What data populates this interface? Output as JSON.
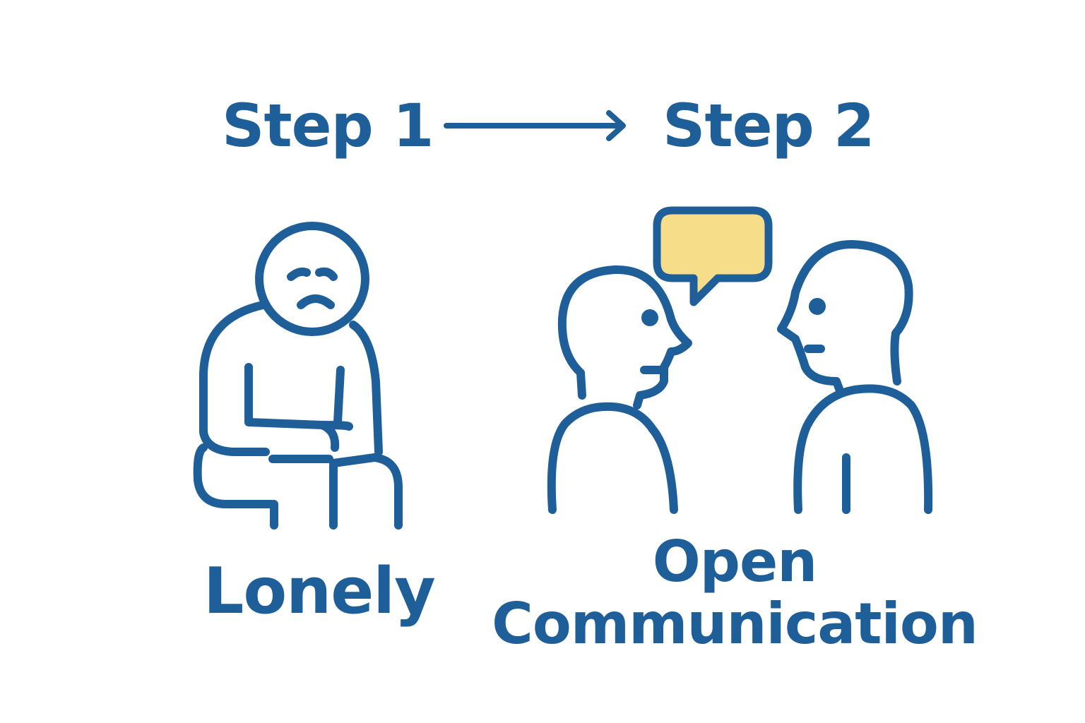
{
  "steps": {
    "step1_label": "Step 1",
    "step2_label": "Step 2"
  },
  "captions": {
    "lonely": "Lonely",
    "open_line1": "Open",
    "open_line2": "Communication"
  },
  "colors": {
    "stroke": "#1f5f99",
    "speech_bubble_fill": "#f5dd8a",
    "background": "#ffffff"
  },
  "icons": {
    "arrow": "right-arrow-icon",
    "lonely_person": "sad-sitting-person-icon",
    "speech_bubble": "speech-bubble-icon",
    "talking_people": "two-people-talking-icon"
  }
}
